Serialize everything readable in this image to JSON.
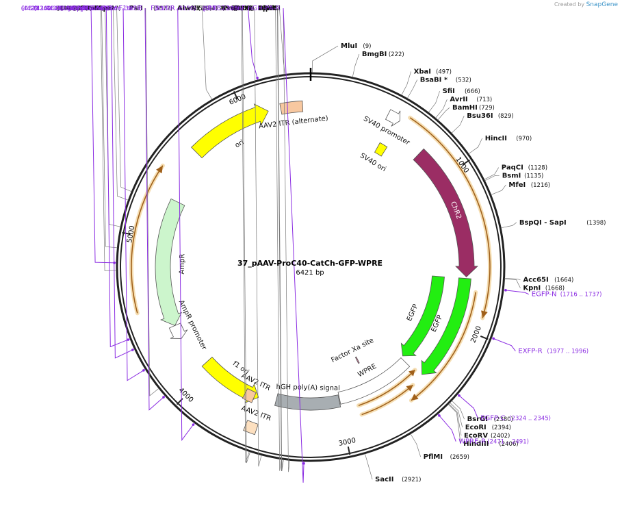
{
  "credit": {
    "prefix": "Created by",
    "brand": "SnapGene"
  },
  "plasmid": {
    "name": "37_pAAV-ProC40-CatCh-GFP-WPRE",
    "size_label": "6421 bp",
    "length": 6421
  },
  "ticks": [
    {
      "pos": 1000,
      "label": "1000"
    },
    {
      "pos": 2000,
      "label": "2000"
    },
    {
      "pos": 3000,
      "label": "3000"
    },
    {
      "pos": 4000,
      "label": "4000"
    },
    {
      "pos": 5000,
      "label": "5000"
    },
    {
      "pos": 6000,
      "label": "6000"
    }
  ],
  "enzymes": [
    {
      "name": "MluI",
      "pos_label": "(9)",
      "pos": 9
    },
    {
      "name": "BmgBI",
      "pos_label": "(222)",
      "pos": 222
    },
    {
      "name": "XbaI",
      "pos_label": "(497)",
      "pos": 497
    },
    {
      "name": "BsaBI *",
      "pos_label": "(532)",
      "pos": 532
    },
    {
      "name": "SfiI",
      "pos_label": "(666)",
      "pos": 666
    },
    {
      "name": "AvrII",
      "pos_label": "(713)",
      "pos": 713
    },
    {
      "name": "BamHI",
      "pos_label": "(729)",
      "pos": 729
    },
    {
      "name": "Bsu36I",
      "pos_label": "(829)",
      "pos": 829
    },
    {
      "name": "HincII",
      "pos_label": "(970)",
      "pos": 970
    },
    {
      "name": "PaqCI",
      "pos_label": "(1128)",
      "pos": 1128
    },
    {
      "name": "BsmI",
      "pos_label": "(1135)",
      "pos": 1135
    },
    {
      "name": "MfeI",
      "pos_label": "(1216)",
      "pos": 1216
    },
    {
      "name": "BspQI   - SapI",
      "pos_label": "(1398)",
      "pos": 1398
    },
    {
      "name": "Acc65I",
      "pos_label": "(1664)",
      "pos": 1664
    },
    {
      "name": "KpnI",
      "pos_label": "(1668)",
      "pos": 1668
    },
    {
      "name": "BsrGI",
      "pos_label": "(2380)",
      "pos": 2380
    },
    {
      "name": "EcoRI",
      "pos_label": "(2394)",
      "pos": 2394
    },
    {
      "name": "EcoRV",
      "pos_label": "(2402)",
      "pos": 2402
    },
    {
      "name": "HindIII",
      "pos_label": "(2406)",
      "pos": 2406
    },
    {
      "name": "PflMI",
      "pos_label": "(2659)",
      "pos": 2659
    },
    {
      "name": "SacII",
      "pos_label": "(2921)",
      "pos": 2921
    },
    {
      "name": "BbvCI",
      "pos_label": "(3321)",
      "pos": 3321
    },
    {
      "name": "SphI",
      "pos_label": "(3354)",
      "pos": 3354
    },
    {
      "name": "NsiI",
      "pos_label": "(3356)",
      "pos": 3356
    },
    {
      "name": "BlpI",
      "pos_label": "(3365)",
      "pos": 3365
    },
    {
      "name": "BstXI",
      "pos_label": "(3472)",
      "pos": 3472
    },
    {
      "name": "PmlI",
      "pos_label": "(3534)",
      "pos": 3534
    },
    {
      "name": "RsrII",
      "pos_label": "(3539)",
      "pos": 3539
    },
    {
      "name": "PsiI",
      "pos_label": "(4127)",
      "pos": 4127
    },
    {
      "name": "XmnI",
      "pos_label": "(4798)",
      "pos": 4798
    },
    {
      "name": "ScaI",
      "pos_label": "(4917)",
      "pos": 4917
    },
    {
      "name": "PvuI",
      "pos_label": "(5029)",
      "pos": 5029
    },
    {
      "name": "FspI",
      "pos_label": "(5175)",
      "pos": 5175
    },
    {
      "name": "AseI",
      "pos_label": "(5223)",
      "pos": 5223
    },
    {
      "name": "AlwNI",
      "pos_label": "(5877)",
      "pos": 5877
    },
    {
      "name": "PciI",
      "pos_label": "(6286)",
      "pos": 6286
    }
  ],
  "primers": [
    {
      "name": "EGFP-N",
      "range": "(1716 .. 1737)",
      "pos": 1726
    },
    {
      "name": "EXFP-R",
      "range": "(1977 .. 1996)",
      "pos": 1986
    },
    {
      "name": "EGFP-C",
      "range": "(2324 .. 2345)",
      "pos": 2334
    },
    {
      "name": "WPRE-R",
      "range": "(2471 .. 2491)",
      "pos": 2481
    },
    {
      "name": "hGH-PA-R",
      "range": "(3237 .. 3256)",
      "pos": 3246
    },
    {
      "name": "F1ori-R",
      "range": "(3856 .. 3875)",
      "pos": 3865
    },
    {
      "name": "F1ori-F",
      "range": "(4066 .. 4087)",
      "pos": 4076
    },
    {
      "name": "pRS-marker",
      "range": "(4241 .. 4260)",
      "pos": 4250
    },
    {
      "name": "pGEX 3'",
      "range": "(4360 .. 4382)",
      "pos": 4371
    },
    {
      "name": "pBRforEco",
      "range": "(4420 .. 4438)",
      "pos": 4429
    },
    {
      "name": "Amp-R",
      "range": "(4829 .. 4848)",
      "pos": 4838
    },
    {
      "name": "pBR322ori-F",
      "range": "(6131 .. 6150)",
      "pos": 6140
    }
  ],
  "features": [
    {
      "name": "CatCh",
      "label": "ChR2",
      "type": "cds",
      "color": "#9b2d64",
      "start": 780,
      "end": 1670,
      "radius": 228,
      "width": 22,
      "direction": 1,
      "label_inside": true
    },
    {
      "name": "EGFP",
      "label": "EGFP",
      "type": "cds",
      "color": "#22ee11",
      "start": 1680,
      "end": 2390,
      "radius": 226,
      "width": 18,
      "direction": 1
    },
    {
      "name": "EGFP2",
      "label": "EGFP",
      "type": "cds",
      "color": "#22ee11",
      "start": 1680,
      "end": 2390,
      "radius": 187,
      "width": 18,
      "direction": 1
    },
    {
      "name": "WPRE",
      "label": "WPRE",
      "type": "misc",
      "color": "#ffffff",
      "start": 2410,
      "end": 2990,
      "radius": 196,
      "width": 18,
      "direction": 0
    },
    {
      "name": "hGH-polyA",
      "label": "hGH poly(A) signal",
      "type": "terminator",
      "color": "#a8aeb2",
      "start": 2995,
      "end": 3470,
      "radius": 200,
      "width": 18,
      "direction": 0
    },
    {
      "name": "f1-ori",
      "label": "f1 ori",
      "type": "origin",
      "color": "#ffff00",
      "start": 3600,
      "end": 4060,
      "radius": 205,
      "width": 20,
      "direction": -1
    },
    {
      "name": "AmpR",
      "label": "AmpR",
      "type": "cds",
      "color": "#ccf5cc",
      "start": 4400,
      "end": 5280,
      "radius": 216,
      "width": 22,
      "direction": -1
    },
    {
      "name": "AmpR-promoter",
      "label": "AmpR promoter",
      "type": "promoter",
      "color": "#ffffff",
      "start": 4300,
      "end": 4400,
      "radius": 216,
      "width": 18,
      "direction": -1
    },
    {
      "name": "ori",
      "label": "ori",
      "type": "origin",
      "color": "#ffff00",
      "start": 5620,
      "end": 6150,
      "radius": 236,
      "width": 22,
      "direction": 1
    },
    {
      "name": "AAV2-ITR-alt",
      "label": "AAV2 ITR (alternate)",
      "type": "repeat",
      "color": "#f8c8a0",
      "start": 6230,
      "end": 6370,
      "radius": 235,
      "width": 16,
      "direction": 0
    },
    {
      "name": "SV40-promoter",
      "label": "SV40 promoter",
      "type": "promoter",
      "color": "#ffffff",
      "start": 480,
      "end": 560,
      "radius": 250,
      "width": 16,
      "direction": 1
    },
    {
      "name": "SV40-ori",
      "label": "SV40 ori",
      "type": "origin",
      "color": "#ffff00",
      "start": 520,
      "end": 580,
      "radius": 200,
      "width": 16,
      "direction": 0
    },
    {
      "name": "AAV2-ITR-1",
      "label": "AAV2 ITR",
      "type": "repeat",
      "color": "#fde0c0",
      "start": 3540,
      "end": 3610,
      "radius": 250,
      "width": 16,
      "direction": 0
    },
    {
      "name": "AAV2-ITR-2",
      "label": "AAV2 ITR",
      "type": "repeat",
      "color": "#f8c8a0",
      "start": 3630,
      "end": 3700,
      "radius": 208,
      "width": 16,
      "direction": 0
    },
    {
      "name": "Factor-Xa-site",
      "label": "Factor Xa site",
      "type": "site",
      "color": "#cc7799",
      "start": 2730,
      "end": 2740,
      "radius": 152,
      "width": 10,
      "direction": 0
    }
  ],
  "orfs": [
    {
      "start": 600,
      "end": 1900,
      "radius": 262,
      "direction": 1
    },
    {
      "start": 1760,
      "end": 2550,
      "radius": 244,
      "direction": 1
    },
    {
      "start": 2480,
      "end": 2870,
      "radius": 228,
      "direction": -1
    },
    {
      "start": 2400,
      "end": 2870,
      "radius": 214,
      "direction": -1
    },
    {
      "start": 4550,
      "end": 5430,
      "radius": 262,
      "direction": 1
    }
  ]
}
